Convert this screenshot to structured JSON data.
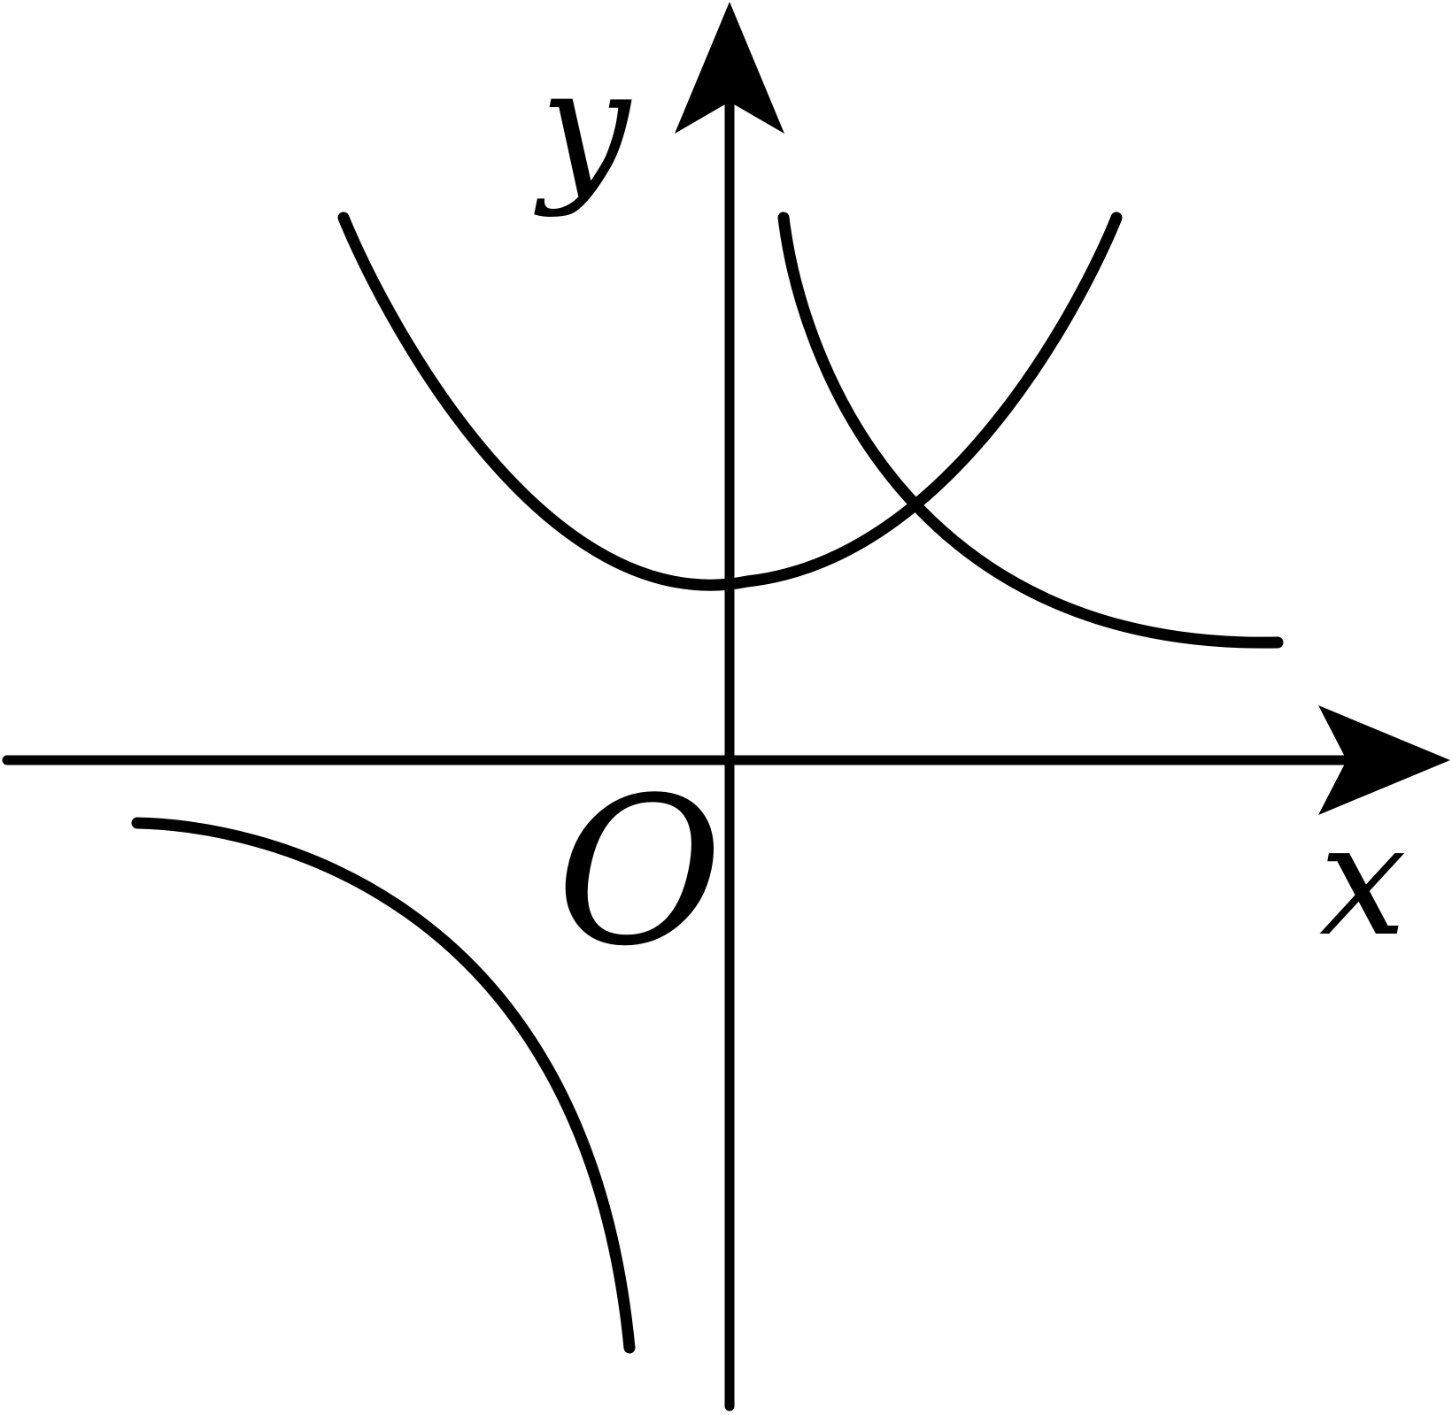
{
  "colors": {
    "ink": "#000000",
    "background": "#ffffff"
  },
  "labels": {
    "x_axis": "x",
    "y_axis": "y",
    "origin": "O"
  }
}
